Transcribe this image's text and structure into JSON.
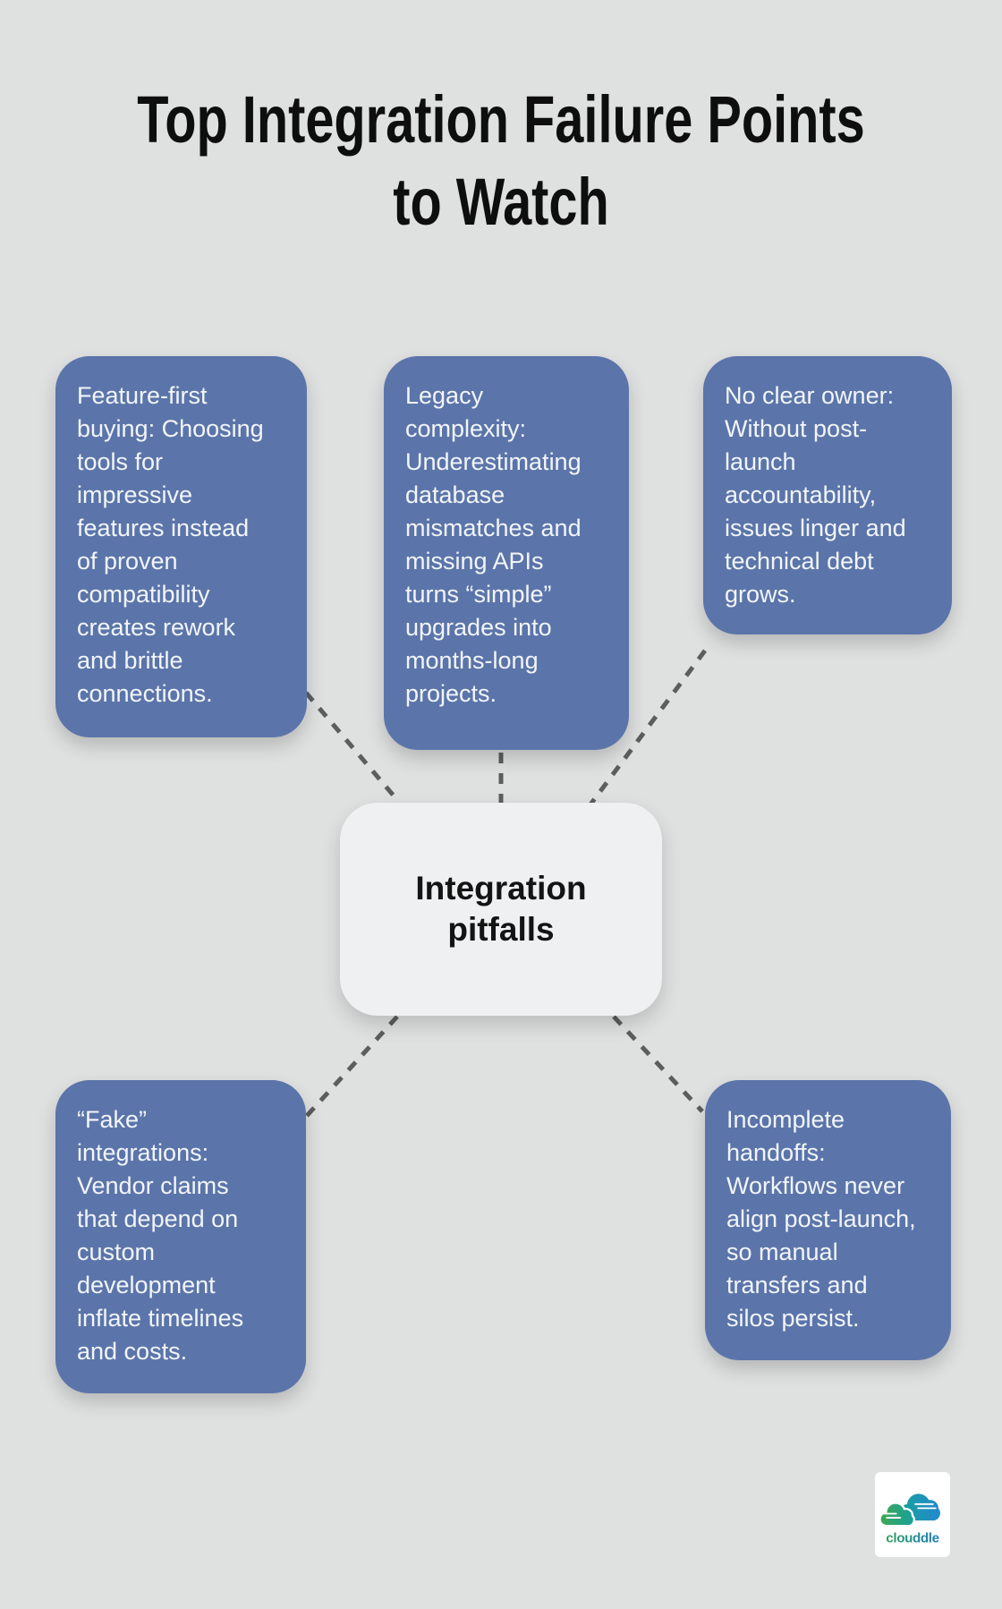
{
  "title": {
    "text": "Top Integration Failure Points\nto Watch"
  },
  "center": {
    "label": "Integration\npitfalls"
  },
  "nodes": [
    {
      "id": "feature-first-buying",
      "text": "Feature-first\nbuying: Choosing\ntools for\nimpressive\nfeatures instead\nof proven\ncompatibility\ncreates rework\nand brittle\nconnections."
    },
    {
      "id": "legacy-complexity",
      "text": "Legacy\ncomplexity:\nUnderestimating\ndatabase\nmismatches and\nmissing APIs\nturns “simple”\nupgrades into\nmonths-long\nprojects."
    },
    {
      "id": "no-clear-owner",
      "text": "No clear owner:\nWithout post-\nlaunch\naccountability,\nissues linger and\ntechnical debt\ngrows."
    },
    {
      "id": "fake-integrations",
      "text": "“Fake”\nintegrations:\nVendor claims\nthat depend on\ncustom\ndevelopment\ninflate timelines\nand costs."
    },
    {
      "id": "incomplete-handoffs",
      "text": "Incomplete\nhandoffs:\nWorkflows never\nalign post-launch,\nso manual\ntransfers and\nsilos persist."
    }
  ],
  "logo": {
    "text": "clouddle"
  },
  "colors": {
    "background": "#dfe0e0",
    "node_background": "#5b75aa",
    "node_text": "#f2f5f9",
    "center_background": "#eef0f1",
    "center_text": "#141414",
    "connector": "#5d5d5d",
    "title_text": "#0e0e0e",
    "logo_green": "#2fa45c",
    "logo_teal": "#18a29b",
    "logo_blue": "#1f7cc2"
  }
}
